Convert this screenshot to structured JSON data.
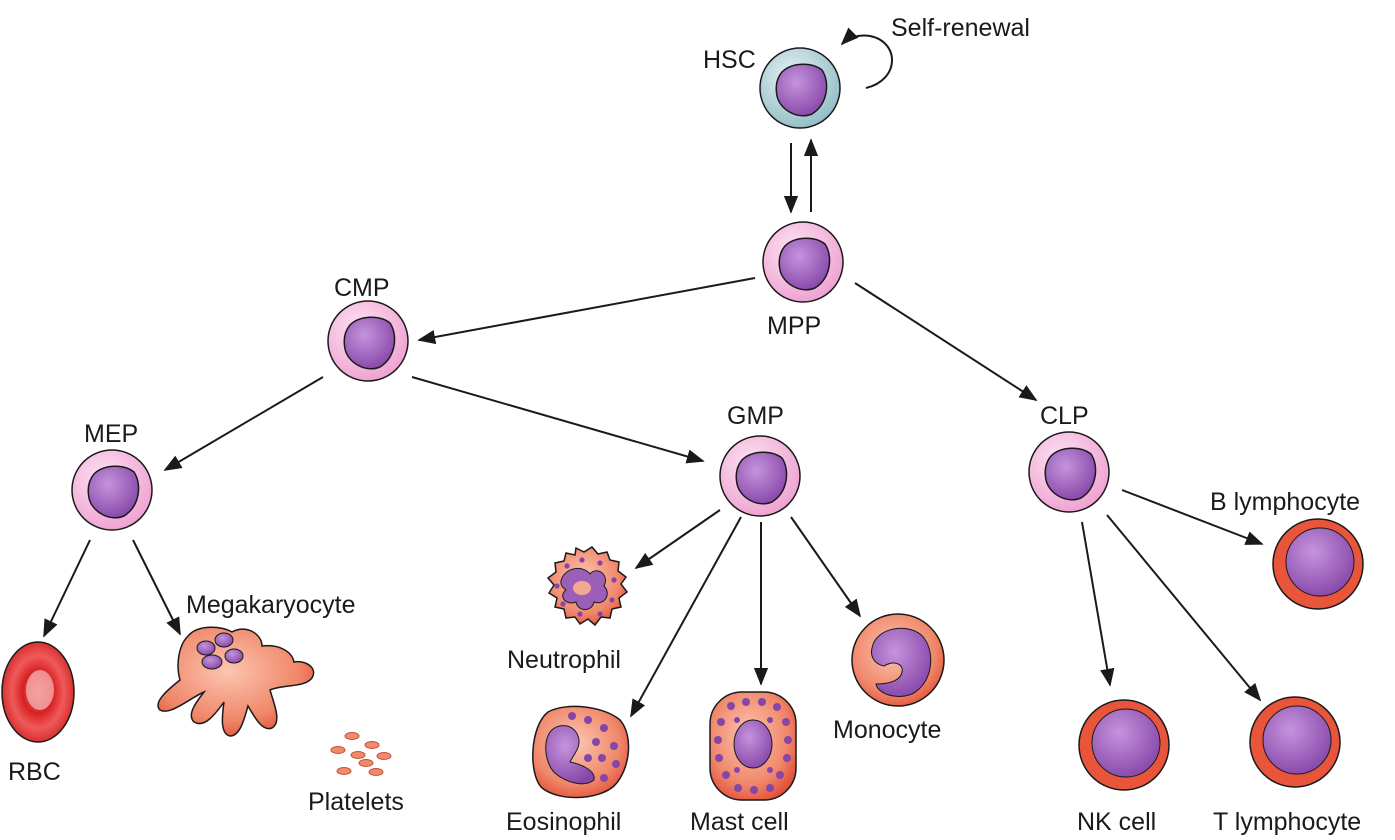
{
  "labels": {
    "hsc": "HSC",
    "self_renewal": "Self-renewal",
    "mpp": "MPP",
    "cmp": "CMP",
    "clp": "CLP",
    "mep": "MEP",
    "gmp": "GMP",
    "rbc": "RBC",
    "megakaryocyte": "Megakaryocyte",
    "platelets": "Platelets",
    "neutrophil": "Neutrophil",
    "eosinophil": "Eosinophil",
    "mast_cell": "Mast cell",
    "monocyte": "Monocyte",
    "b_lymphocyte": "B lymphocyte",
    "nk_cell": "NK cell",
    "t_lymphocyte": "T lymphocyte"
  },
  "colors": {
    "stem_outer": "#a9cdd3",
    "progenitor_outer": "#f3b8dc",
    "nucleus": "#9b5fb8",
    "mature_outer": "#e8553a",
    "mature_inner": "#f39a80",
    "rbc": "#d92a2a",
    "platelet": "#f08a6a"
  }
}
